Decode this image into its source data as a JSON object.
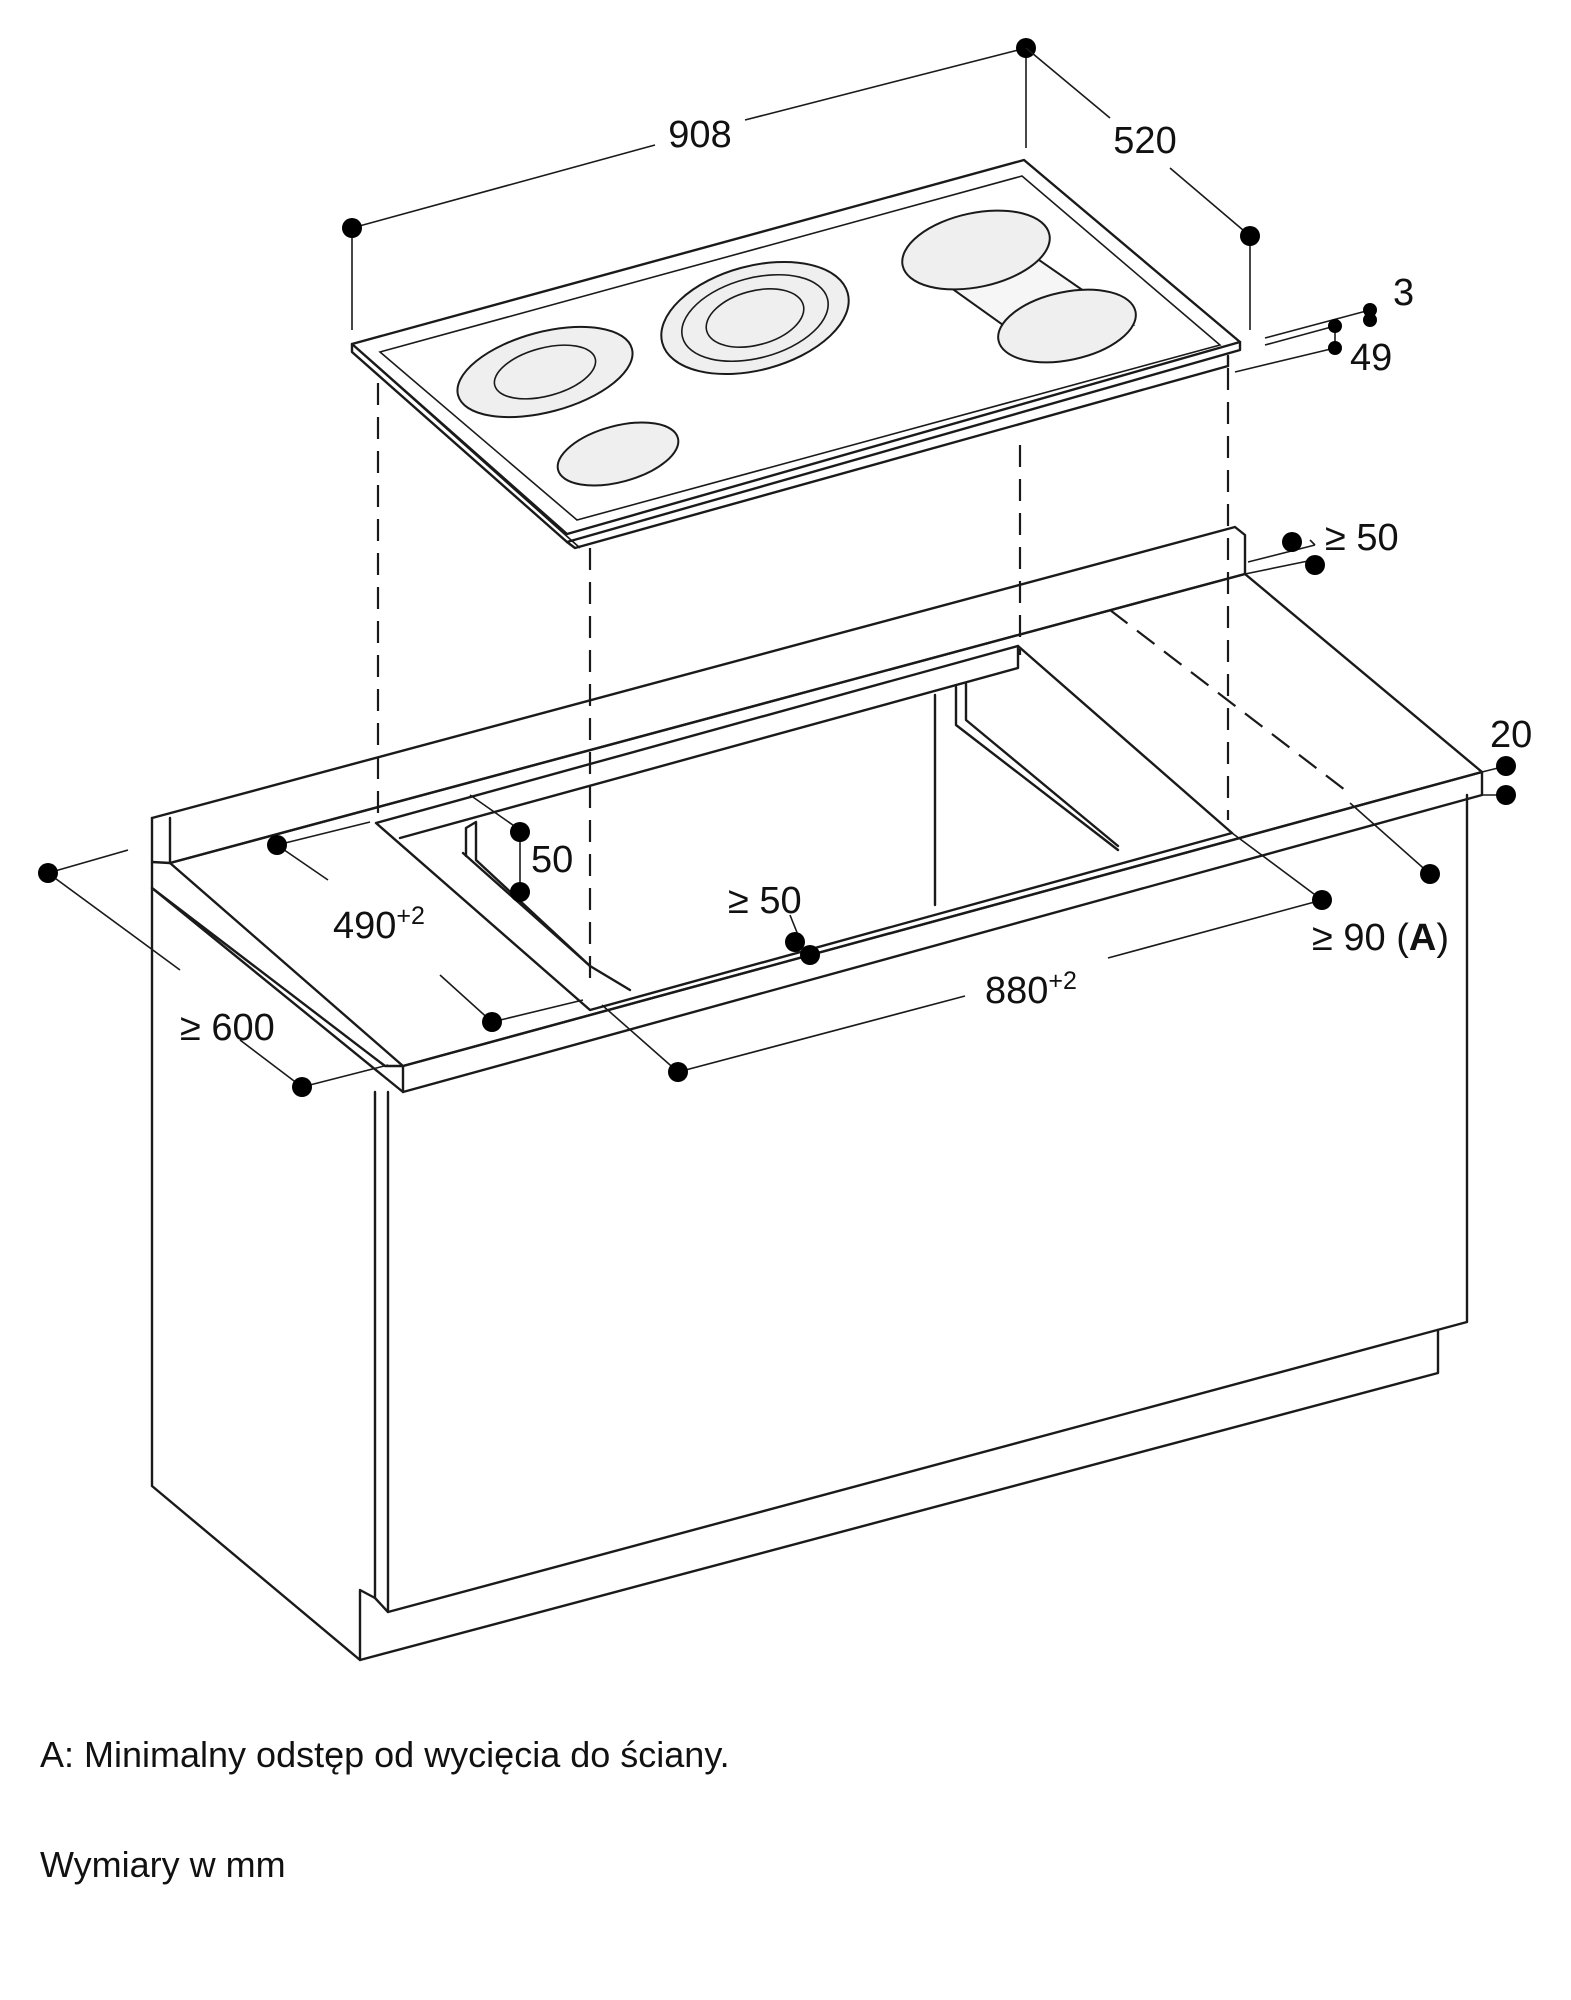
{
  "dimensions": {
    "width_hob": "908",
    "depth_hob": "520",
    "glass_thickness": "3",
    "installation_height": "49",
    "rear_clearance": "≥ 50",
    "cutout_depth": "490",
    "cutout_depth_tol": "+2",
    "cutout_width": "880",
    "cutout_width_tol": "+2",
    "side_gap": "50",
    "front_gap": "≥ 50",
    "worktop_thickness": "20",
    "wall_distance_value": "≥ 90 (",
    "wall_distance_marker": "A",
    "wall_distance_close": ")",
    "worktop_depth": "≥ 600"
  },
  "notes": {
    "legend_a": "A: Minimalny odstęp od wycięcia do ściany.",
    "units": "Wymiary w mm"
  }
}
